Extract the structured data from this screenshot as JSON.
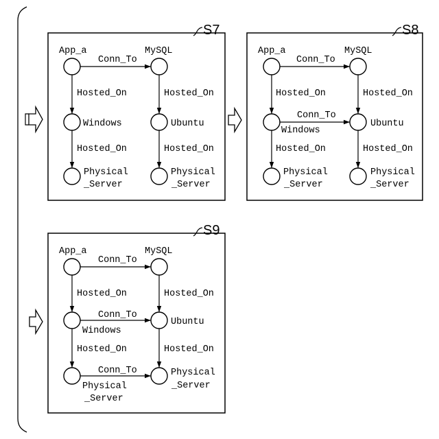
{
  "panels": [
    {
      "label": "S7",
      "nodes": {
        "app": "App_a",
        "db": "MySQL",
        "os_left": "Windows",
        "os_right": "Ubuntu",
        "server_left": [
          "Physical",
          "_Server"
        ],
        "server_right": [
          "Physical",
          "_Server"
        ]
      },
      "edges": {
        "app_to_db": "Conn_To",
        "app_on_os_left": "Hosted_On",
        "db_on_os_right": "Hosted_On",
        "os_left_on_server_left": "Hosted_On",
        "os_right_on_server_right": "Hosted_On"
      }
    },
    {
      "label": "S8",
      "nodes": {
        "app": "App_a",
        "db": "MySQL",
        "os_left": "Windows",
        "os_right": "Ubuntu",
        "server_left": [
          "Physical",
          "_Server"
        ],
        "server_right": [
          "Physical",
          "_Server"
        ]
      },
      "edges": {
        "app_to_db": "Conn_To",
        "app_on_os_left": "Hosted_On",
        "db_on_os_right": "Hosted_On",
        "os_left_to_os_right": "Conn_To",
        "os_left_on_server_left": "Hosted_On",
        "os_right_on_server_right": "Hosted_On"
      }
    },
    {
      "label": "S9",
      "nodes": {
        "app": "App_a",
        "db": "MySQL",
        "os_left": "Windows",
        "os_right": "Ubuntu",
        "server_left": [
          "Physical",
          "_Server"
        ],
        "server_right": [
          "Physical",
          "_Server"
        ]
      },
      "edges": {
        "app_to_db": "Conn_To",
        "app_on_os_left": "Hosted_On",
        "db_on_os_right": "Hosted_On",
        "os_left_to_os_right": "Conn_To",
        "os_left_on_server_left": "Hosted_On",
        "os_right_on_server_right": "Hosted_On",
        "server_left_to_server_right": "Conn_To"
      }
    }
  ]
}
